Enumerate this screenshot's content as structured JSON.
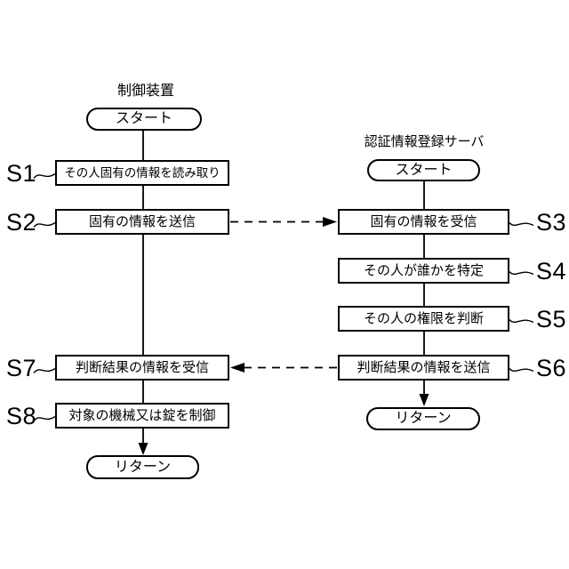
{
  "diagram": {
    "type": "flowchart",
    "background_color": "#ffffff",
    "line_color": "#000000"
  },
  "left": {
    "header": "制御装置",
    "start_label": "スタート",
    "return_label": "リターン",
    "steps": [
      {
        "id": "S1",
        "text": "その人固有の情報を読み取り"
      },
      {
        "id": "S2",
        "text": "固有の情報を送信"
      },
      {
        "id": "S7",
        "text": "判断結果の情報を受信"
      },
      {
        "id": "S8",
        "text": "対象の機械又は錠を制御"
      }
    ]
  },
  "right": {
    "header": "認証情報登録サーバ",
    "start_label": "スタート",
    "return_label": "リターン",
    "steps": [
      {
        "id": "S3",
        "text": "固有の情報を受信"
      },
      {
        "id": "S4",
        "text": "その人が誰かを特定"
      },
      {
        "id": "S5",
        "text": "その人の権限を判断"
      },
      {
        "id": "S6",
        "text": "判断結果の情報を送信"
      }
    ]
  },
  "connections": [
    {
      "from": "S2",
      "to": "S3",
      "style": "dashed"
    },
    {
      "from": "S6",
      "to": "S7",
      "style": "dashed"
    }
  ]
}
